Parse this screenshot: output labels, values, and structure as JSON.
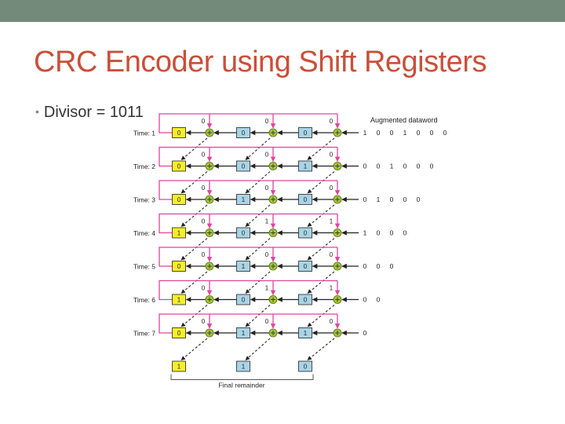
{
  "slide": {
    "title": "CRC Encoder using Shift Registers",
    "bullet": "Divisor = 1011"
  },
  "diagram": {
    "header": "Augmented dataword",
    "footer": "Final remainder",
    "rows": [
      {
        "time": "Time: 1",
        "regs": [
          "0",
          "0",
          "0"
        ],
        "feedback": [
          "0",
          "0",
          "0"
        ],
        "input": [
          "1",
          "0",
          "0",
          "1",
          "0",
          "0",
          "0"
        ]
      },
      {
        "time": "Time: 2",
        "regs": [
          "0",
          "0",
          "1"
        ],
        "feedback": [
          "0",
          "0",
          "0"
        ],
        "input": [
          "0",
          "0",
          "1",
          "0",
          "0",
          "0"
        ]
      },
      {
        "time": "Time: 3",
        "regs": [
          "0",
          "1",
          "0"
        ],
        "feedback": [
          "0",
          "0",
          "0"
        ],
        "input": [
          "0",
          "1",
          "0",
          "0",
          "0"
        ]
      },
      {
        "time": "Time: 4",
        "regs": [
          "1",
          "0",
          "0"
        ],
        "feedback": [
          "0",
          "1",
          "1"
        ],
        "input": [
          "1",
          "0",
          "0",
          "0"
        ]
      },
      {
        "time": "Time: 5",
        "regs": [
          "0",
          "1",
          "0"
        ],
        "feedback": [
          "0",
          "0",
          "0"
        ],
        "input": [
          "0",
          "0",
          "0"
        ]
      },
      {
        "time": "Time: 6",
        "regs": [
          "1",
          "0",
          "0"
        ],
        "feedback": [
          "0",
          "1",
          "1"
        ],
        "input": [
          "0",
          "0"
        ]
      },
      {
        "time": "Time: 7",
        "regs": [
          "0",
          "1",
          "1"
        ],
        "feedback": [
          "0",
          "0",
          "0"
        ],
        "input": [
          "0"
        ]
      }
    ],
    "final": [
      "1",
      "1",
      "0"
    ],
    "colors": {
      "register_yellow": "#f5ef2a",
      "register_blue": "#a9d4e6",
      "xor_green": "#a6c83c",
      "feedback_pink": "#e0449c",
      "line_black": "#222222"
    }
  }
}
